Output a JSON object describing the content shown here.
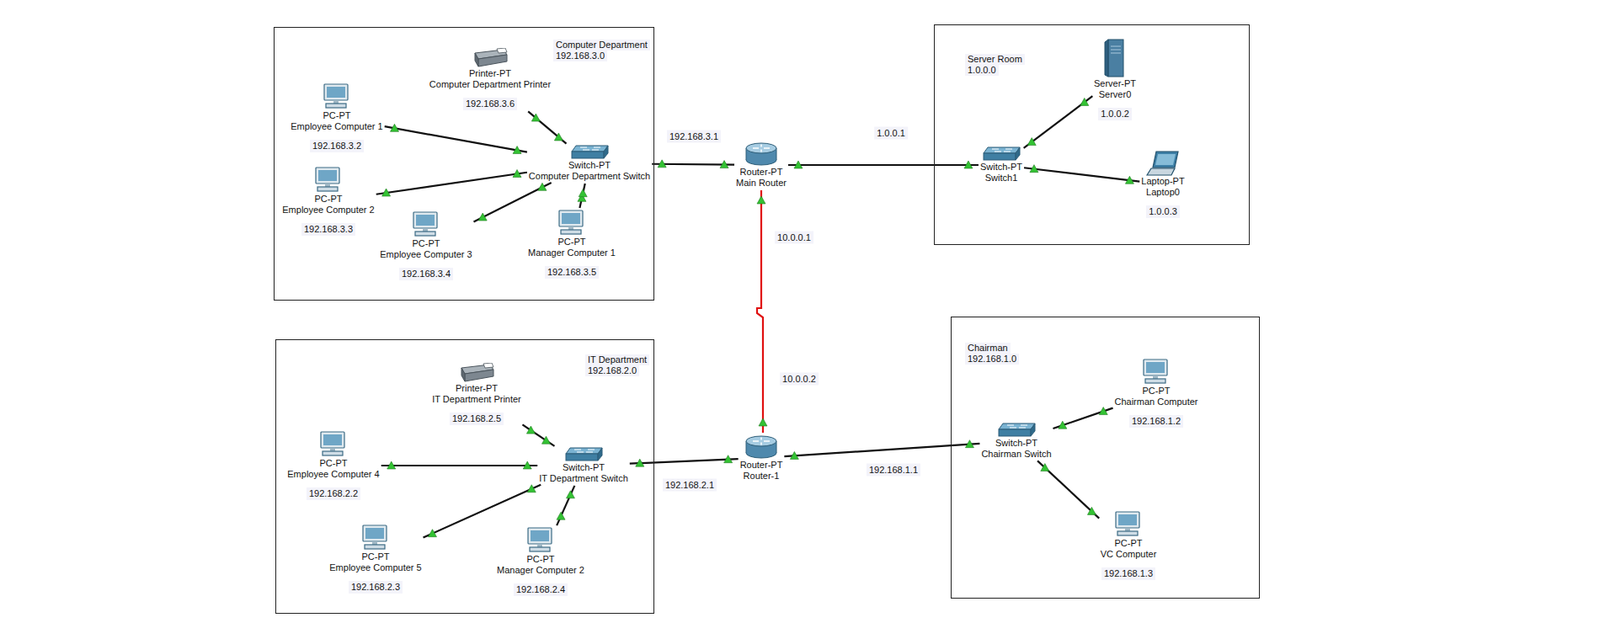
{
  "diagram": {
    "nodes": [
      {
        "text": [
          "Computer Department",
          "192.168.3.0"
        ]
      },
      {
        "text": [
          "Printer-PT",
          "Computer Department Printer",
          "192.168.3.6"
        ],
        "in": 0
      },
      {
        "text": [
          "PC-PT",
          "Employee Computer 1",
          "192.168.3.2"
        ],
        "in": 0
      },
      {
        "text": [
          "PC-PT",
          "Employee Computer 2",
          "192.168.3.3"
        ],
        "in": 0
      },
      {
        "text": [
          "Switch-PT",
          "Computer Department Switch"
        ],
        "in": 0
      },
      {
        "text": [
          "PC-PT",
          "Employee Computer 3",
          "192.168.3.4"
        ],
        "in": 0
      },
      {
        "text": [
          "PC-PT",
          "Manager Computer 1",
          "192.168.3.5"
        ],
        "in": 0
      },
      {
        "text": [
          "Router-PT",
          "Main Router"
        ]
      },
      {
        "text": [
          "Server Room",
          "1.0.0.0"
        ]
      },
      {
        "text": [
          "Server-PT",
          "Server0",
          "1.0.0.2"
        ],
        "in": 8
      },
      {
        "text": [
          "Switch-PT",
          "Switch1"
        ],
        "in": 8
      },
      {
        "text": [
          "Laptop-PT",
          "Laptop0",
          "1.0.0.3"
        ],
        "in": 8
      },
      {
        "text": [
          "IT Department",
          "192.168.2.0"
        ]
      },
      {
        "text": [
          "Printer-PT",
          "IT Department Printer",
          "192.168.2.5"
        ],
        "in": 12
      },
      {
        "text": [
          "PC-PT",
          "Employee Computer 4",
          "192.168.2.2"
        ],
        "in": 12
      },
      {
        "text": [
          "Switch-PT",
          "IT Department Switch"
        ],
        "in": 12
      },
      {
        "text": [
          "PC-PT",
          "Employee Computer 5",
          "192.168.2.3"
        ],
        "in": 12
      },
      {
        "text": [
          "PC-PT",
          "Manager Computer 2",
          "192.168.2.4"
        ],
        "in": 12
      },
      {
        "text": [
          "Router-PT",
          "Router-1"
        ]
      },
      {
        "text": [
          "Chairman",
          "192.168.1.0"
        ]
      },
      {
        "text": [
          "Switch-PT",
          "Chairman Switch"
        ],
        "in": 19
      },
      {
        "text": [
          "PC-PT",
          "Chairman Computer",
          "192.168.1.2"
        ],
        "in": 19
      },
      {
        "text": [
          "PC-PT",
          "VC Computer",
          "192.168.1.3"
        ],
        "in": 19
      }
    ],
    "edges": [
      {
        "from": 1,
        "to": 4,
        "arrow": "none"
      },
      {
        "from": 2,
        "to": 4,
        "arrow": "none"
      },
      {
        "from": 3,
        "to": 4,
        "arrow": "none"
      },
      {
        "from": 5,
        "to": 4,
        "arrow": "none"
      },
      {
        "from": 6,
        "to": 4,
        "arrow": "none"
      },
      {
        "from": 4,
        "to": 7,
        "label": "192.168.3.1",
        "arrow": "none"
      },
      {
        "from": 7,
        "to": 10,
        "label": "1.0.0.1",
        "arrow": "none"
      },
      {
        "from": 10,
        "to": 9,
        "arrow": "none"
      },
      {
        "from": 10,
        "to": 11,
        "arrow": "none"
      },
      {
        "from": 7,
        "to": 18,
        "label": "10.0.0.1",
        "arrow": "none"
      },
      {
        "from": 13,
        "to": 15,
        "arrow": "none"
      },
      {
        "from": 14,
        "to": 15,
        "arrow": "none"
      },
      {
        "from": 16,
        "to": 15,
        "arrow": "none"
      },
      {
        "from": 17,
        "to": 15,
        "arrow": "none"
      },
      {
        "from": 15,
        "to": 18,
        "label": "192.168.2.1",
        "arrow": "none"
      },
      {
        "from": 18,
        "to": 20,
        "label": "192.168.1.1",
        "arrow": "none"
      },
      {
        "from": 20,
        "to": 21,
        "arrow": "none"
      },
      {
        "from": 20,
        "to": 22,
        "arrow": "none"
      }
    ],
    "labels": [
      "10.0.0.2"
    ]
  }
}
